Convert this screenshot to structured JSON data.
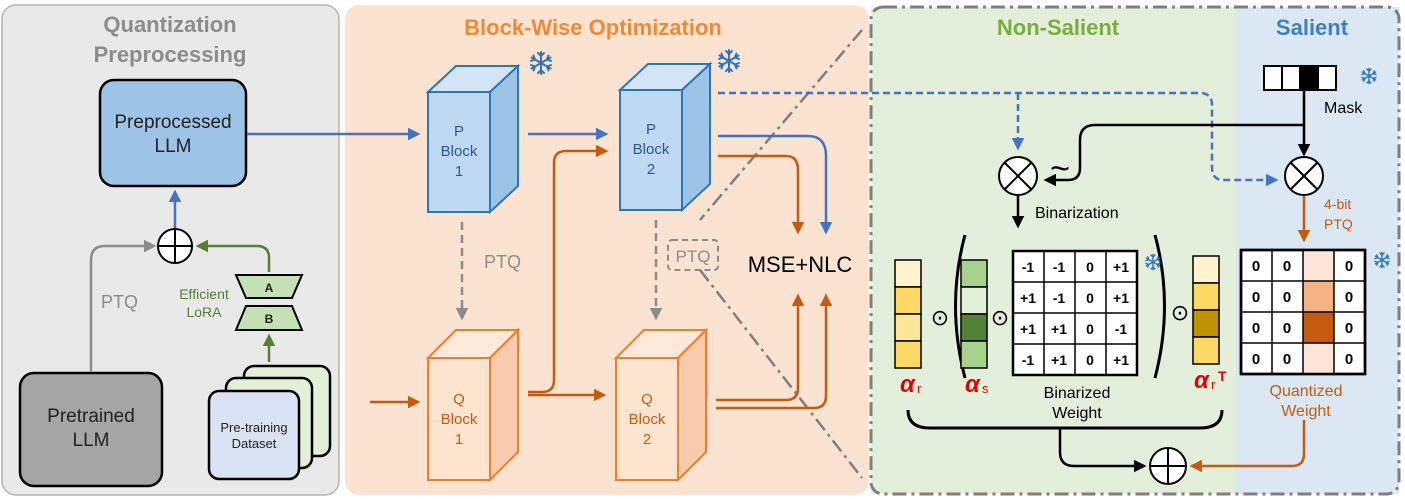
{
  "colors": {
    "gray_panel": "#e9e9e9",
    "peach_panel": "#fbe3d2",
    "green_panel": "#e4efdb",
    "blue_panel": "#dbe8f4",
    "blue_block": "#b7d3ef",
    "orange_block": "#fde4cf",
    "orange_text": "#ee8a37",
    "green_text": "#78ad42",
    "blue_text": "#3f7fc0",
    "brown": "#c55a11"
  },
  "icons": [
    "snowflake-icon",
    "otimes-icon",
    "oplus-icon",
    "dashed-ptq-box"
  ],
  "sections": {
    "quantization_title_1": "Quantization",
    "quantization_title_2": "Preprocessing",
    "blockwise_title": "Block-Wise Optimization",
    "nonsalient_title": "Non-Salient",
    "salient_title": "Salient"
  },
  "left": {
    "preprocessed_1": "Preprocessed",
    "preprocessed_2": "LLM",
    "pretrained_1": "Pretrained",
    "pretrained_2": "LLM",
    "ptq": "PTQ",
    "lora_1": "Efficient",
    "lora_2": "LoRA",
    "lora_a": "A",
    "lora_b": "B",
    "dataset_1": "Pre-training",
    "dataset_2": "Dataset"
  },
  "middle": {
    "p": "P",
    "block": "Block",
    "q": "Q",
    "one": "1",
    "two": "2",
    "ptq": "PTQ",
    "loss": "MSE+NLC"
  },
  "right": {
    "tilde": "~",
    "binarization": "Binarization",
    "mask": "Mask",
    "four_bit": "4-bit",
    "ptq": "PTQ",
    "binarized_1": "Binarized",
    "binarized_2": "Weight",
    "quantized_1": "Quantized",
    "quantized_2": "Weight",
    "alpha": "α",
    "sub_r": "r",
    "sub_s": "s",
    "sup_T": "T",
    "odot": "⊙",
    "binary_matrix": [
      [
        "-1",
        "-1",
        "0",
        "+1"
      ],
      [
        "+1",
        "-1",
        "0",
        "+1"
      ],
      [
        "+1",
        "+1",
        "0",
        "-1"
      ],
      [
        "-1",
        "+1",
        "0",
        "+1"
      ]
    ],
    "quant_matrix": [
      [
        "0",
        "0",
        "",
        "0"
      ],
      [
        "0",
        "0",
        "",
        "0"
      ],
      [
        "0",
        "0",
        "",
        "0"
      ],
      [
        "0",
        "0",
        "",
        "0"
      ]
    ]
  }
}
